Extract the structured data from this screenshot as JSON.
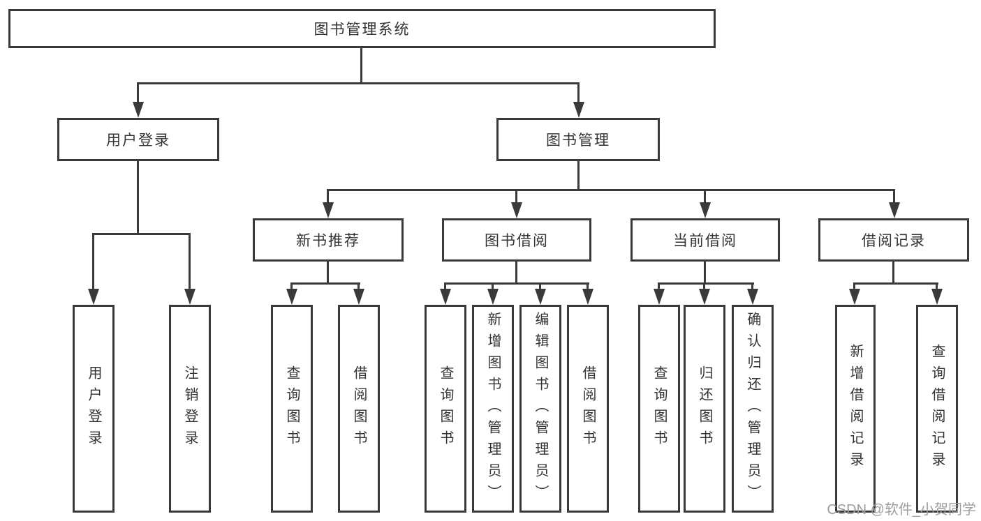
{
  "diagram_title": "图书管理系统",
  "tree": {
    "root": {
      "label": "图书管理系统",
      "children": [
        {
          "label": "用户登录",
          "children": [
            {
              "label": "用户登录"
            },
            {
              "label": "注销登录"
            }
          ]
        },
        {
          "label": "图书管理",
          "children": [
            {
              "label": "新书推荐",
              "children": [
                {
                  "label": "查询图书"
                },
                {
                  "label": "借阅图书"
                }
              ]
            },
            {
              "label": "图书借阅",
              "children": [
                {
                  "label": "查询图书"
                },
                {
                  "label": "新增图书（管理员）"
                },
                {
                  "label": "编辑图书（管理员）"
                },
                {
                  "label": "借阅图书"
                }
              ]
            },
            {
              "label": "当前借阅",
              "children": [
                {
                  "label": "查询图书"
                },
                {
                  "label": "归还图书"
                },
                {
                  "label": "确认归还（管理员）"
                }
              ]
            },
            {
              "label": "借阅记录",
              "children": [
                {
                  "label": "新增借阅记录"
                },
                {
                  "label": "查询借阅记录"
                }
              ]
            }
          ]
        }
      ]
    }
  },
  "watermark": {
    "text": "CSDN @软件_小贺同学"
  },
  "colors": {
    "line": "#3a3a3a",
    "text": "#333333",
    "watermark": "#9d9d9d",
    "background": "#ffffff"
  }
}
